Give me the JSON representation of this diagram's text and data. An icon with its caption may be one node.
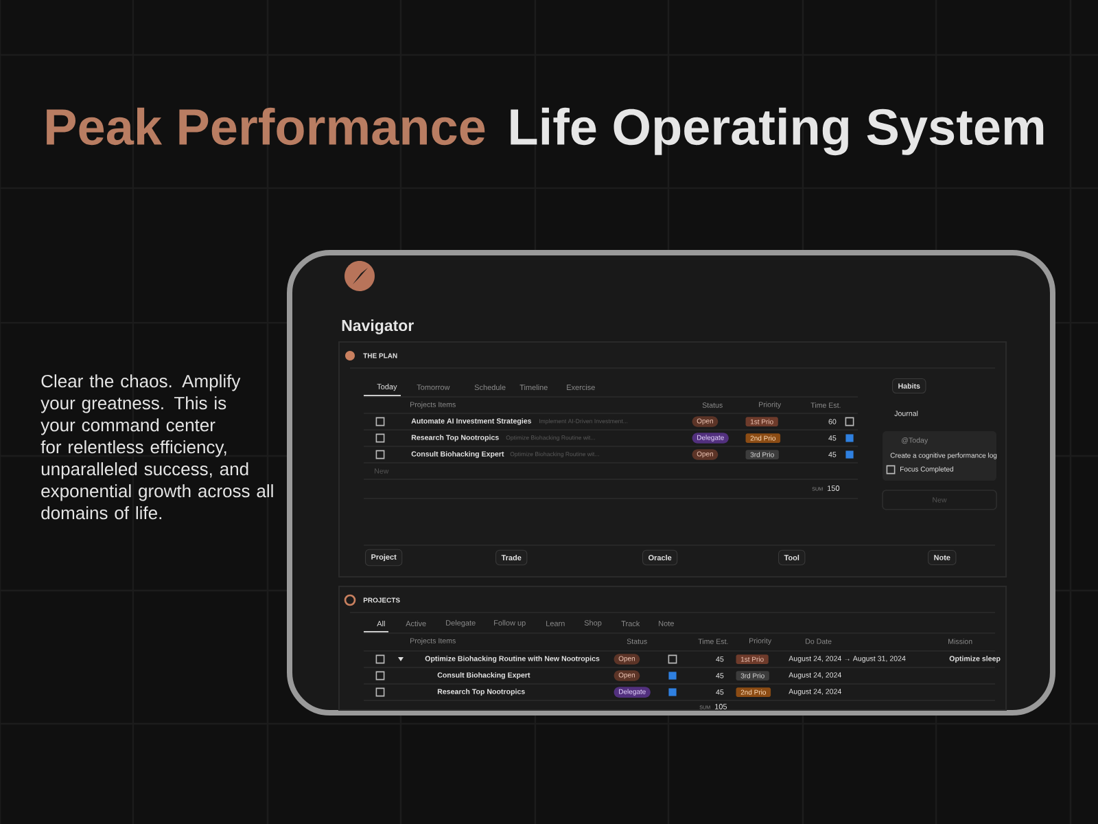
{
  "diagram": {
    "labels": [
      "Peak Performance",
      "Life Operating System",
      "Clear the chaos. Amplify your greatness. This is your command center for relentless efficiency, unparalleled success, and exponential growth across all domains of life.",
      "Navigator",
      "THE PLAN",
      "Today",
      "Tomorrow",
      "Schedule",
      "Timeline",
      "Exercise",
      "Projects Items",
      "Status",
      "Priority",
      "Time Est.",
      "Automate AI Investment Strategies",
      "Implement AI-Driven Investment...",
      "Open",
      "1st Prio",
      "60",
      "Research Top Nootropics",
      "Optimize Biohacking Routine wit...",
      "Delegate",
      "2nd Prio",
      "45",
      "Consult Biohacking Expert",
      "Optimize Biohacking Routine wit...",
      "Open",
      "3rd Prio",
      "45",
      "New",
      "SUM",
      "150",
      "Habits",
      "Journal",
      "@Today",
      "Create a cognitive performance log",
      "Focus Completed",
      "New",
      "Project",
      "Trade",
      "Oracle",
      "Tool",
      "Note",
      "PROJECTS",
      "All",
      "Active",
      "Delegate",
      "Follow up",
      "Learn",
      "Shop",
      "Track",
      "Note",
      "Projects Items",
      "Status",
      "Time Est.",
      "Priority",
      "Do Date",
      "Mission",
      "Optimize Biohacking Routine with New Nootropics",
      "Open",
      "45",
      "1st Prio",
      "August 24, 2024 → August 31, 2024",
      "Optimize sleep",
      "Consult Biohacking Expert",
      "Open",
      "45",
      "3rd Prio",
      "August 24, 2024",
      "Research Top Nootropics",
      "Delegate",
      "45",
      "2nd Prio",
      "August 24, 2024",
      "SUM",
      "105"
    ]
  }
}
